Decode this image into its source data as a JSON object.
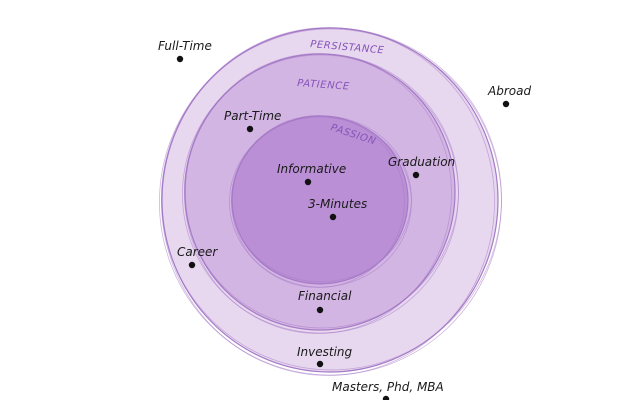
{
  "diagram": {
    "colors": {
      "outer": "#e7d8ef",
      "middle": "#d3b5e3",
      "inner": "#bb8fd6",
      "outline": "#a57ac6",
      "ring_label": "#8552b8",
      "dot": "#111111",
      "text": "#1a1a1a"
    },
    "rings": [
      {
        "id": "outer",
        "label": "PERSISTANCE"
      },
      {
        "id": "middle",
        "label": "PATIENCE"
      },
      {
        "id": "inner",
        "label": "PASSION"
      }
    ],
    "items": [
      {
        "id": "full-time",
        "label": "Full-Time"
      },
      {
        "id": "abroad",
        "label": "Abroad"
      },
      {
        "id": "part-time",
        "label": "Part-Time"
      },
      {
        "id": "graduation",
        "label": "Graduation"
      },
      {
        "id": "informative",
        "label": "Informative"
      },
      {
        "id": "3-minutes",
        "label": "3-Minutes"
      },
      {
        "id": "career",
        "label": "Career"
      },
      {
        "id": "financial",
        "label": "Financial"
      },
      {
        "id": "investing",
        "label": "Investing"
      },
      {
        "id": "masters",
        "label": "Masters, Phd, MBA"
      }
    ]
  }
}
